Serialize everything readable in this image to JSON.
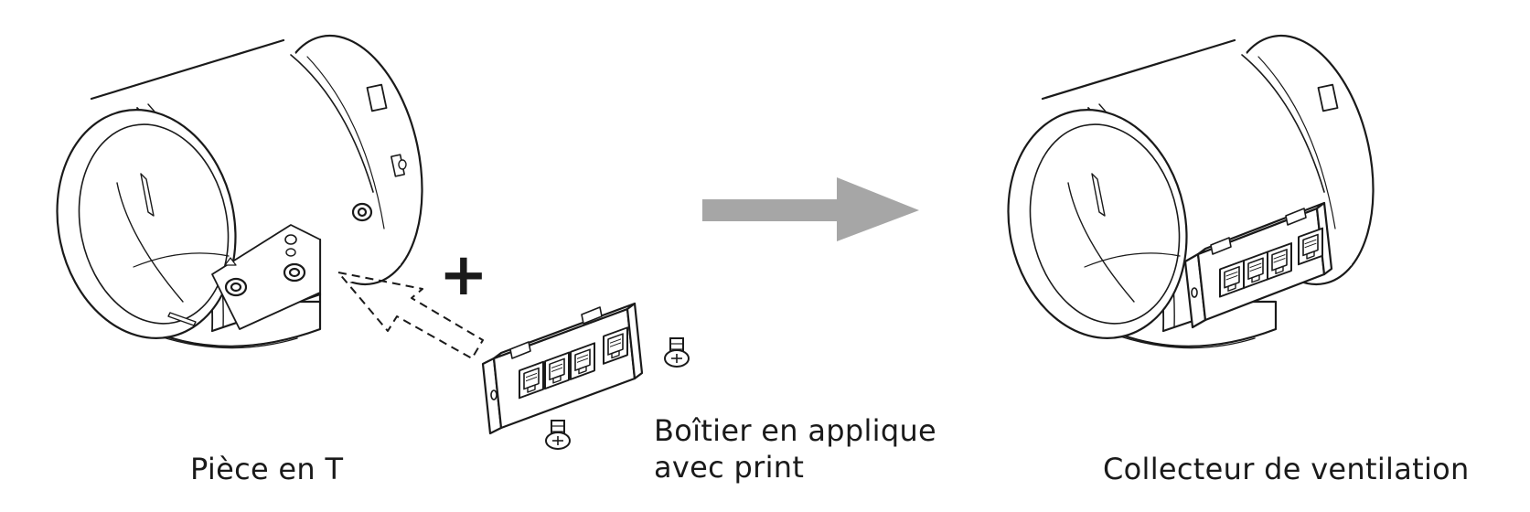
{
  "labels": {
    "tee_piece": "Pièce en T",
    "surface_box_line1": "Boîtier en applique",
    "surface_box_line2": "avec print",
    "collector": "Collecteur de ventilation"
  },
  "symbols": {
    "plus": "+"
  },
  "colors": {
    "line": "#1a1a1a",
    "arrow": "#a6a6a6",
    "fill": "#ffffff"
  }
}
